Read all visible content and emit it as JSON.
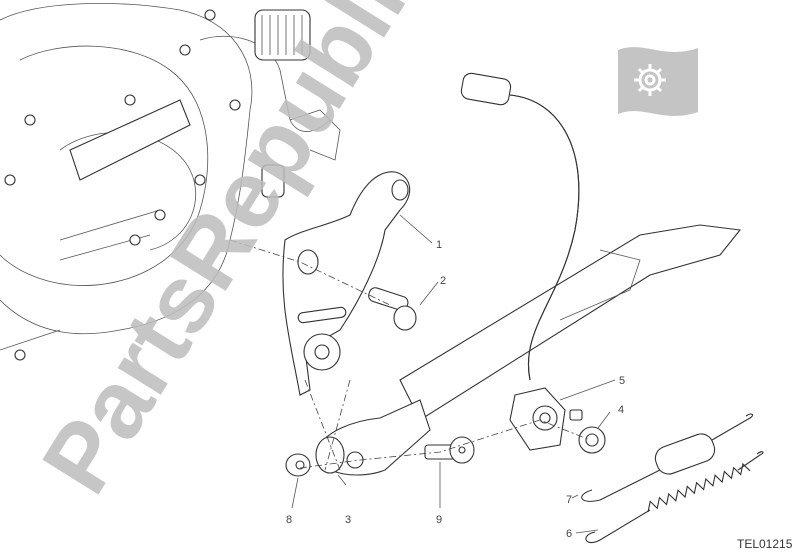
{
  "diagram": {
    "drawing_code": "TEL01215",
    "watermark": "PartsRepublik",
    "callouts": [
      {
        "number": "1",
        "part": "bracket"
      },
      {
        "number": "2",
        "part": "screw"
      },
      {
        "number": "3",
        "part": "side-stand-pivot"
      },
      {
        "number": "4",
        "part": "nut"
      },
      {
        "number": "5",
        "part": "side-stand-sensor"
      },
      {
        "number": "6",
        "part": "long-spring"
      },
      {
        "number": "7",
        "part": "short-spring"
      },
      {
        "number": "8",
        "part": "washer"
      },
      {
        "number": "9",
        "part": "pivot-bolt"
      }
    ],
    "logo_icon": "gear-icon"
  }
}
